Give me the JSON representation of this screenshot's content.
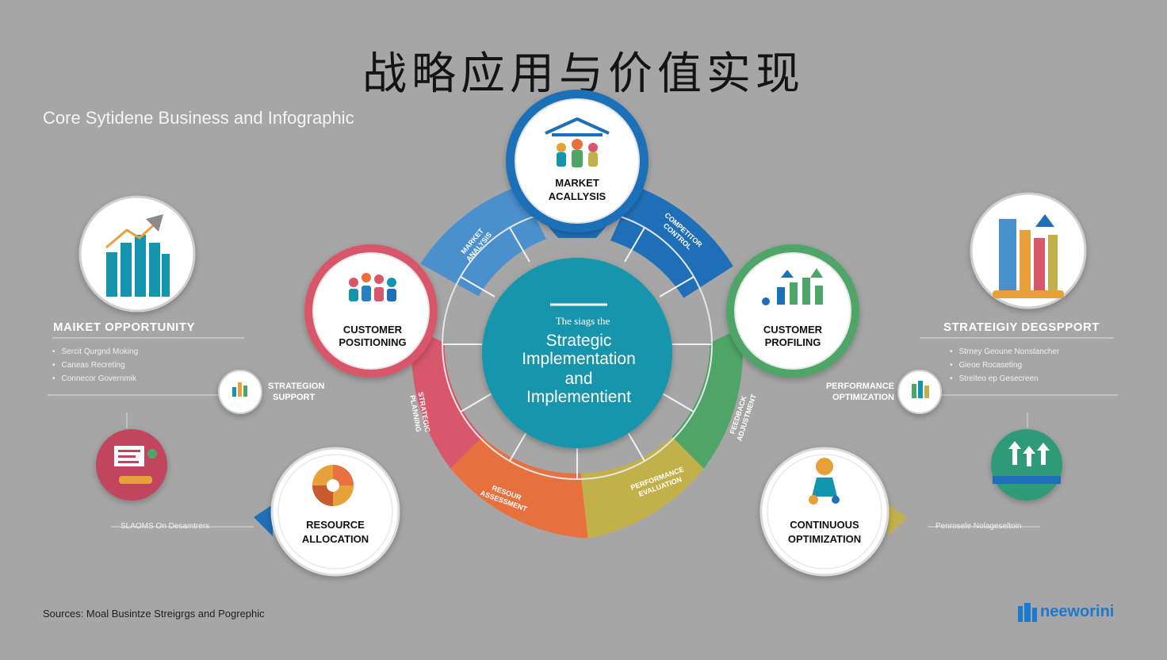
{
  "title": "战略应用与价值实现",
  "subtitle": "Core Sytidene Business and Infographic",
  "center": {
    "small": "The siags the",
    "line1": "Strategic",
    "line2": "Implementation",
    "line3": "and",
    "line4": "Implementient"
  },
  "nodes": {
    "market_analysis": [
      "MARKET",
      "ACALLYSIS"
    ],
    "customer_positioning": [
      "CUSTOMER",
      "POSITIONING"
    ],
    "customer_profiling": [
      "CUSTOMER",
      "PROFILING"
    ],
    "resource_allocation": [
      "RESOURCE",
      "ALLOCATION"
    ],
    "continuous_optimization": [
      "CONTINUOUS",
      "OPTIMIZATION"
    ]
  },
  "arc_labels": {
    "blue": [
      "MARKET",
      "ANALYSIS"
    ],
    "darkblue": [
      "COMPETITOR",
      "CONTROL"
    ],
    "red": [
      "STRATEGIC",
      "PLANNING"
    ],
    "orange": [
      "RESOUR",
      "ASSESSMENT"
    ],
    "yellow": [
      "PERFORMANCE",
      "EVALUATION"
    ],
    "green": [
      "FEEDBACK",
      "ADJUSTMENT"
    ]
  },
  "left": {
    "heading": "MAIKET OPPORTUNITY",
    "bullets": [
      "Sercit Qurgnd Moking",
      "Caneas Recreting",
      "Connecor Governmik"
    ],
    "small_node": [
      "STRATEGION",
      "SUPPORT"
    ],
    "footnote": "SLAOMS On Desamtrers"
  },
  "right": {
    "heading": "STRATEIGIY DEGSPPORT",
    "bullets": [
      "Strney Geoune Nonstancher",
      "Gieoe Rocaseting",
      "Strelteo ep Gesecreen"
    ],
    "small_node": [
      "PERFORMANCE",
      "OPTIMIZATION"
    ],
    "footnote": "Penrosele Nolageseltoin"
  },
  "footer": {
    "source": "Sources: Moal Busintze Streigrgs and Pogrephic",
    "brand": "neeworini"
  },
  "colors": {
    "background": "#a6a6a6",
    "blue": "#4a90cc",
    "darkblue": "#1f6fb8",
    "green": "#4fa568",
    "yellow": "#c2b14a",
    "orange": "#e8703e",
    "red": "#d9576b",
    "center": "#1595ad"
  }
}
